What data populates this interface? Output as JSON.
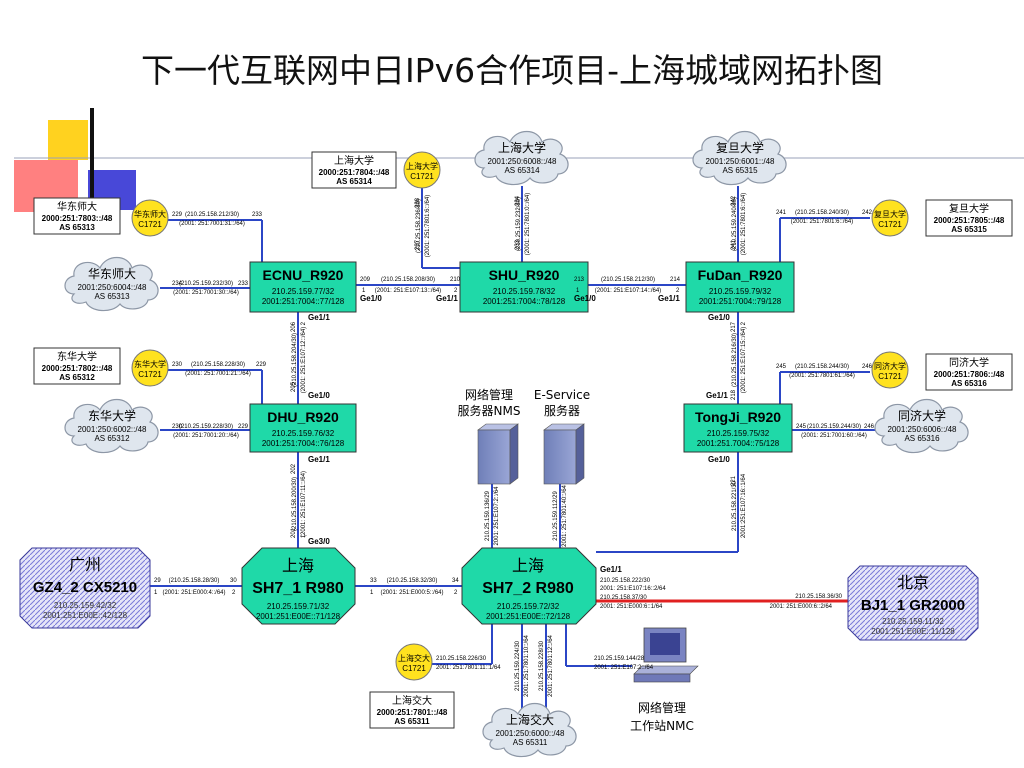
{
  "title": "下一代互联网中日IPv6合作项目-上海城域网拓扑图",
  "colors": {
    "router": "#1fd9a8",
    "cloud": "#dfe6ee",
    "line_blue": "#2b46c6",
    "line_red": "#e02020",
    "hatch": "#7a7ad8",
    "bullet": "#ffe21f"
  },
  "routers": [
    {
      "id": "ecnu",
      "name": "ECNU_R920",
      "ipv4": "210.25.159.77/32",
      "ipv6": "2001:251:7004::77/128"
    },
    {
      "id": "shu",
      "name": "SHU_R920",
      "ipv4": "210.25.159.78/32",
      "ipv6": "2001:251:7004::78/128"
    },
    {
      "id": "fudan",
      "name": "FuDan_R920",
      "ipv4": "210.25.159.79/32",
      "ipv6": "2001:251:7004::79/128"
    },
    {
      "id": "dhu",
      "name": "DHU_R920",
      "ipv4": "210.25.159.76/32",
      "ipv6": "2001:251:7004::76/128"
    },
    {
      "id": "tongji",
      "name": "TongJi_R920",
      "ipv4": "210.25.159.75/32",
      "ipv6": "2001:251.7004::75/128"
    },
    {
      "id": "sh1",
      "name1": "上海",
      "name": "SH7_1 R980",
      "ipv4": "210.25.159.71/32",
      "ipv6": "2001:251:E00E::71/128"
    },
    {
      "id": "sh2",
      "name1": "上海",
      "name": "SH7_2 R980",
      "ipv4": "210.25.159.72/32",
      "ipv6": "2001:251:E00E::72/128"
    }
  ],
  "external": [
    {
      "id": "gz",
      "name1": "广州",
      "name": "GZ4_2 CX5210",
      "ipv4": "210.25.159.42/32",
      "ipv6": "2001:251:E00E::42/128"
    },
    {
      "id": "bj",
      "name1": "北京",
      "name": "BJ1_1 GR2000",
      "ipv4": "210.25.159.11/32",
      "ipv6": "2001:251:E00E::11/128"
    }
  ],
  "clouds": [
    {
      "id": "cloud-shu",
      "name": "上海大学",
      "prefix": "2001:250:6008::/48",
      "as": "AS 65314"
    },
    {
      "id": "cloud-fudan",
      "name": "复旦大学",
      "prefix": "2001:250:6001::/48",
      "as": "AS 65315"
    },
    {
      "id": "cloud-ecnu",
      "name": "华东师大",
      "prefix": "2001:250:6004::/48",
      "as": "AS 65313"
    },
    {
      "id": "cloud-dhu",
      "name": "东华大学",
      "prefix": "2001:250:6002::/48",
      "as": "AS 65312"
    },
    {
      "id": "cloud-tongji",
      "name": "同济大学",
      "prefix": "2001:250:6006::/48",
      "as": "AS 65316"
    },
    {
      "id": "cloud-sjtu",
      "name": "上海交大",
      "prefix": "2001:250:6000::/48",
      "as": "AS 65311"
    }
  ],
  "boxes": [
    {
      "id": "box-shu",
      "name": "上海大学",
      "prefix": "2000:251:7804::/48",
      "as": "AS 65314"
    },
    {
      "id": "box-ecnu",
      "name": "华东师大",
      "prefix": "2000:251:7803::/48",
      "as": "AS 65313"
    },
    {
      "id": "box-fudan",
      "name": "复旦大学",
      "prefix": "2000:251:7805::/48",
      "as": "AS 65315"
    },
    {
      "id": "box-dhu",
      "name": "东华大学",
      "prefix": "2000:251:7802::/48",
      "as": "AS 65312"
    },
    {
      "id": "box-tongji",
      "name": "同济大学",
      "prefix": "2000:251:7806::/48",
      "as": "AS 65316"
    },
    {
      "id": "box-sjtu",
      "name": "上海交大",
      "prefix": "2000:251:7801::/48",
      "as": "AS 65311"
    }
  ],
  "bullets": [
    {
      "id": "bul-shu",
      "name": "上海大学",
      "model": "C1721"
    },
    {
      "id": "bul-ecnu",
      "name": "华东师大",
      "model": "C1721"
    },
    {
      "id": "bul-fudan",
      "name": "复旦大学",
      "model": "C1721"
    },
    {
      "id": "bul-dhu",
      "name": "东华大学",
      "model": "C1721"
    },
    {
      "id": "bul-tongji",
      "name": "同济大学",
      "model": "C1721"
    },
    {
      "id": "bul-sjtu",
      "name": "上海交大",
      "model": "C1721"
    }
  ],
  "servers": [
    {
      "id": "nms",
      "label1": "网络管理",
      "label2": "服务器NMS"
    },
    {
      "id": "eservice",
      "label1": "E-Service",
      "label2": "服务器"
    }
  ],
  "workstation": {
    "label1": "网络管理",
    "label2": "工作站NMC"
  },
  "ports": {
    "ecnu_left": "Ge1/0",
    "ecnu_bottom": "Ge1/1",
    "shu_left": "Ge1/1",
    "shu_right": "Ge1/0",
    "fudan_left": "Ge1/1",
    "fudan_bottom": "Ge1/0",
    "dhu_top": "Ge1/0",
    "dhu_bottom": "Ge1/1",
    "tongji_top": "Ge1/1",
    "tongji_bottom": "Ge1/0",
    "sh1_top": "Ge3/0",
    "sh2_right": "Ge1/1"
  },
  "links": {
    "ecnu_shu": {
      "a": "209",
      "net": "(210.25.158.208/30)",
      "b": "210",
      "a6": "1",
      "net6": "(2001: 251:E107:13::/64)",
      "b6": "2"
    },
    "shu_fudan": {
      "a": "213",
      "net": "(210.25.158.212/30)",
      "b": "214",
      "a6": "1",
      "net6": "(2001: 251:E107:14::/64)",
      "b6": "2"
    },
    "sh1_sh2": {
      "a": "33",
      "net": "(210.25.158.32/30)",
      "b": "34",
      "a6": "1",
      "net6": "(2001: 251:E000:5::/64)",
      "b6": "2"
    },
    "gz_sh1": {
      "a": "29",
      "net": "(210.25.158.28/30)",
      "b": "30",
      "a6": "1",
      "net6": "(2001: 251:E000:4::/64)",
      "b6": "2"
    },
    "bj_sh2": {
      "net": "210.25.158.36/30",
      "net6": "2001: 251:E000:6::2/64"
    },
    "sh2_right_a": "210.25.158.222/30",
    "sh2_right_b": "2001: 251:E107:16::2/64",
    "sh2_right_c": "210.25.158.37/30",
    "sh2_right_d": "2001: 251:E000:6::1/64",
    "ecnu_dhu": {
      "a": "206",
      "net": "(210.25.158.204/30)",
      "b": "205",
      "net6": "(2001: 251:E107:12::/64)",
      "b6": "2"
    },
    "dhu_sh1": {
      "a": "202",
      "net": "(210.25.158.200/30)",
      "b": "201",
      "net6": "(2001: 251:E107:11::/64)",
      "b6": "1"
    },
    "fudan_tongji": {
      "a": "217",
      "net": "(210.25.158.216/30)",
      "b": "218",
      "net6": "(2001: 251:E107:15::/64)",
      "b6": "2"
    },
    "tongji_sh2": {
      "a": "221",
      "net": "210.25.158.221/30",
      "net6": "2001:251:E107:16::1/64"
    },
    "shu_bul": {
      "a": "237",
      "net": "(210.25.158.236/30)",
      "b": "238",
      "net6": "(2001: 251:7801:6::/64)"
    },
    "shu_cloud": {
      "a": "233",
      "net": "(210.25.159.232/30)",
      "b": "234",
      "net6": "(2001: 251:7801:0::/64)"
    },
    "fudan_bul": {
      "a": "241",
      "net": "(210.25.158.240/30)",
      "b": "242",
      "net6": "(2001: 251:7801:6::/64)"
    },
    "fudan_cloud": {
      "a": "241",
      "net": "(210.25.159.240/30)",
      "b": "242",
      "net6": "(2001: 251:7801:6::/64)"
    },
    "ecnu_bul": {
      "a": "229",
      "net": "(210.25.158.212/30)",
      "b": "233",
      "net6": "(2001: 251:7001:31::/64)"
    },
    "ecnu_cloud": {
      "a": "234",
      "net": "(210.25.159.232/30)",
      "b": "233",
      "net6": "(2001: 251:7001:30::/64)"
    },
    "dhu_bul": {
      "a": "230",
      "net": "(210.25.158.228/30)",
      "b": "229",
      "net6": "(2001: 251:7001:21::/64)"
    },
    "dhu_cloud": {
      "a": "230",
      "net": "(210.25.159.228/30)",
      "b": "229",
      "net6": "(2001: 251:7001:20::/64)"
    },
    "tongji_bul": {
      "a": "245",
      "net": "(210.25.158.244/30)",
      "b": "246",
      "net6": "(2001: 251:7801:61::/64)"
    },
    "tongji_cloud": {
      "a": "245",
      "net": "(210.25.159.244/30)",
      "b": "246",
      "net6": "(2001: 251:7001:60::/64)"
    },
    "sjtu_bul": {
      "net": "210.25.158.226/30",
      "net6": "2001: 251:7801:11::1/64"
    },
    "sjtu_cloud_a": {
      "net": "210.25.159.224/30",
      "net6": "2001: 251:7801:10::/64"
    },
    "sjtu_cloud_b": {
      "net": "210.25.158.228/30",
      "net6": "2001: 251:7801:12::/64"
    },
    "nms": {
      "net": "210.25.159.136/29",
      "net6": "2001: 251:E107:2::/64"
    },
    "eservice": {
      "net": "210.25.159.112/29",
      "net6": "2001: 251:7801:40::/64"
    },
    "nmc": {
      "net": "210.25.159.144/28",
      "net6": "2001: 251:E107:2::/64"
    }
  }
}
